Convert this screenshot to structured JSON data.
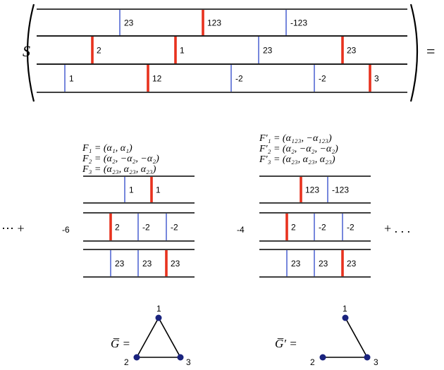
{
  "equation": {
    "lhs_symbol": "S",
    "equals": "=",
    "ellipsis_plus": "⋯ +",
    "plus_ellipsis": "+ . . .",
    "top_strips": [
      {
        "marks": [
          {
            "label": "23",
            "color": "blue"
          },
          {
            "label": "123",
            "color": "red"
          },
          {
            "label": "-123",
            "color": "blue"
          }
        ]
      },
      {
        "marks": [
          {
            "label": "2",
            "color": "red"
          },
          {
            "label": "1",
            "color": "red"
          },
          {
            "label": "23",
            "color": "blue"
          },
          {
            "label": "23",
            "color": "red"
          }
        ]
      },
      {
        "marks": [
          {
            "label": "1",
            "color": "blue"
          },
          {
            "label": "12",
            "color": "red"
          },
          {
            "label": "-2",
            "color": "blue"
          },
          {
            "label": "-2",
            "color": "blue"
          },
          {
            "label": "3",
            "color": "red"
          }
        ]
      }
    ]
  },
  "terms": [
    {
      "coefficient": "-6",
      "formulas": [
        "F₁ = (α₁, α₁)",
        "F₂ = (α₂, −α₂, −α₂)",
        "F₃ = (α₂₃, α₂₃, α₂₃)"
      ],
      "strips": [
        {
          "marks": [
            {
              "label": "1",
              "color": "blue"
            },
            {
              "label": "1",
              "color": "red"
            }
          ]
        },
        {
          "marks": [
            {
              "label": "2",
              "color": "red"
            },
            {
              "label": "-2",
              "color": "blue"
            },
            {
              "label": "-2",
              "color": "blue"
            }
          ]
        },
        {
          "marks": [
            {
              "label": "23",
              "color": "blue"
            },
            {
              "label": "23",
              "color": "blue"
            },
            {
              "label": "23",
              "color": "red"
            }
          ]
        }
      ],
      "graph": {
        "label": "G̅ =",
        "nodes": [
          "1",
          "2",
          "3"
        ],
        "edges": [
          [
            "1",
            "2"
          ],
          [
            "1",
            "3"
          ],
          [
            "2",
            "3"
          ]
        ]
      }
    },
    {
      "coefficient": "-4",
      "formulas": [
        "F′₁ = (α₁₂₃, −α₁₂₃)",
        "F′₂ = (α₂, −α₂, −α₂)",
        "F′₃ = (α₂₃, α₂₃, α₂₃)"
      ],
      "strips": [
        {
          "marks": [
            {
              "label": "123",
              "color": "red"
            },
            {
              "label": "-123",
              "color": "blue"
            }
          ]
        },
        {
          "marks": [
            {
              "label": "2",
              "color": "red"
            },
            {
              "label": "-2",
              "color": "blue"
            },
            {
              "label": "-2",
              "color": "blue"
            }
          ]
        },
        {
          "marks": [
            {
              "label": "23",
              "color": "blue"
            },
            {
              "label": "23",
              "color": "blue"
            },
            {
              "label": "23",
              "color": "red"
            }
          ]
        }
      ],
      "graph": {
        "label": "G̅′ =",
        "nodes": [
          "1",
          "2",
          "3"
        ],
        "edges": [
          [
            "1",
            "3"
          ],
          [
            "2",
            "3"
          ]
        ]
      }
    }
  ],
  "colors": {
    "red": "#e8321e",
    "blue": "#2c46c8",
    "node": "#1a237e",
    "line": "#000000"
  }
}
